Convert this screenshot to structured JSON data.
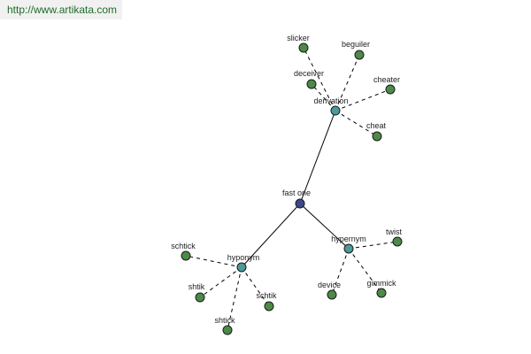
{
  "watermark": {
    "url": "http://www.artikata.com"
  },
  "graph": {
    "colors": {
      "root": "#3d4a8a",
      "hub": "#4c9a99",
      "leaf": "#4d8a48",
      "edge": "#000000"
    },
    "nodes": [
      {
        "id": "fast-one",
        "label": "fast one",
        "kind": "root"
      },
      {
        "id": "derivation",
        "label": "derivation",
        "kind": "hub"
      },
      {
        "id": "hyponym",
        "label": "hyponym",
        "kind": "hub"
      },
      {
        "id": "hypernym",
        "label": "hypernym",
        "kind": "hub"
      },
      {
        "id": "slicker",
        "label": "slicker",
        "kind": "leaf"
      },
      {
        "id": "beguiler",
        "label": "beguiler",
        "kind": "leaf"
      },
      {
        "id": "deceiver",
        "label": "deceiver",
        "kind": "leaf"
      },
      {
        "id": "cheater",
        "label": "cheater",
        "kind": "leaf"
      },
      {
        "id": "cheat",
        "label": "cheat",
        "kind": "leaf"
      },
      {
        "id": "schtick",
        "label": "schtick",
        "kind": "leaf"
      },
      {
        "id": "shtik",
        "label": "shtik",
        "kind": "leaf"
      },
      {
        "id": "schtik",
        "label": "schtik",
        "kind": "leaf"
      },
      {
        "id": "shtick",
        "label": "shtick",
        "kind": "leaf"
      },
      {
        "id": "twist",
        "label": "twist",
        "kind": "leaf"
      },
      {
        "id": "device",
        "label": "device",
        "kind": "leaf"
      },
      {
        "id": "gimmick",
        "label": "gimmick",
        "kind": "leaf"
      }
    ],
    "edges": [
      {
        "from": "fast-one",
        "to": "derivation",
        "style": "solid"
      },
      {
        "from": "fast-one",
        "to": "hyponym",
        "style": "solid"
      },
      {
        "from": "fast-one",
        "to": "hypernym",
        "style": "solid"
      },
      {
        "from": "derivation",
        "to": "slicker",
        "style": "dashed"
      },
      {
        "from": "derivation",
        "to": "beguiler",
        "style": "dashed"
      },
      {
        "from": "derivation",
        "to": "deceiver",
        "style": "dashed"
      },
      {
        "from": "derivation",
        "to": "cheater",
        "style": "dashed"
      },
      {
        "from": "derivation",
        "to": "cheat",
        "style": "dashed"
      },
      {
        "from": "hyponym",
        "to": "schtick",
        "style": "dashed"
      },
      {
        "from": "hyponym",
        "to": "shtik",
        "style": "dashed"
      },
      {
        "from": "hyponym",
        "to": "schtik",
        "style": "dashed"
      },
      {
        "from": "hyponym",
        "to": "shtick",
        "style": "dashed"
      },
      {
        "from": "hypernym",
        "to": "twist",
        "style": "dashed"
      },
      {
        "from": "hypernym",
        "to": "device",
        "style": "dashed"
      },
      {
        "from": "hypernym",
        "to": "gimmick",
        "style": "dashed"
      }
    ]
  }
}
